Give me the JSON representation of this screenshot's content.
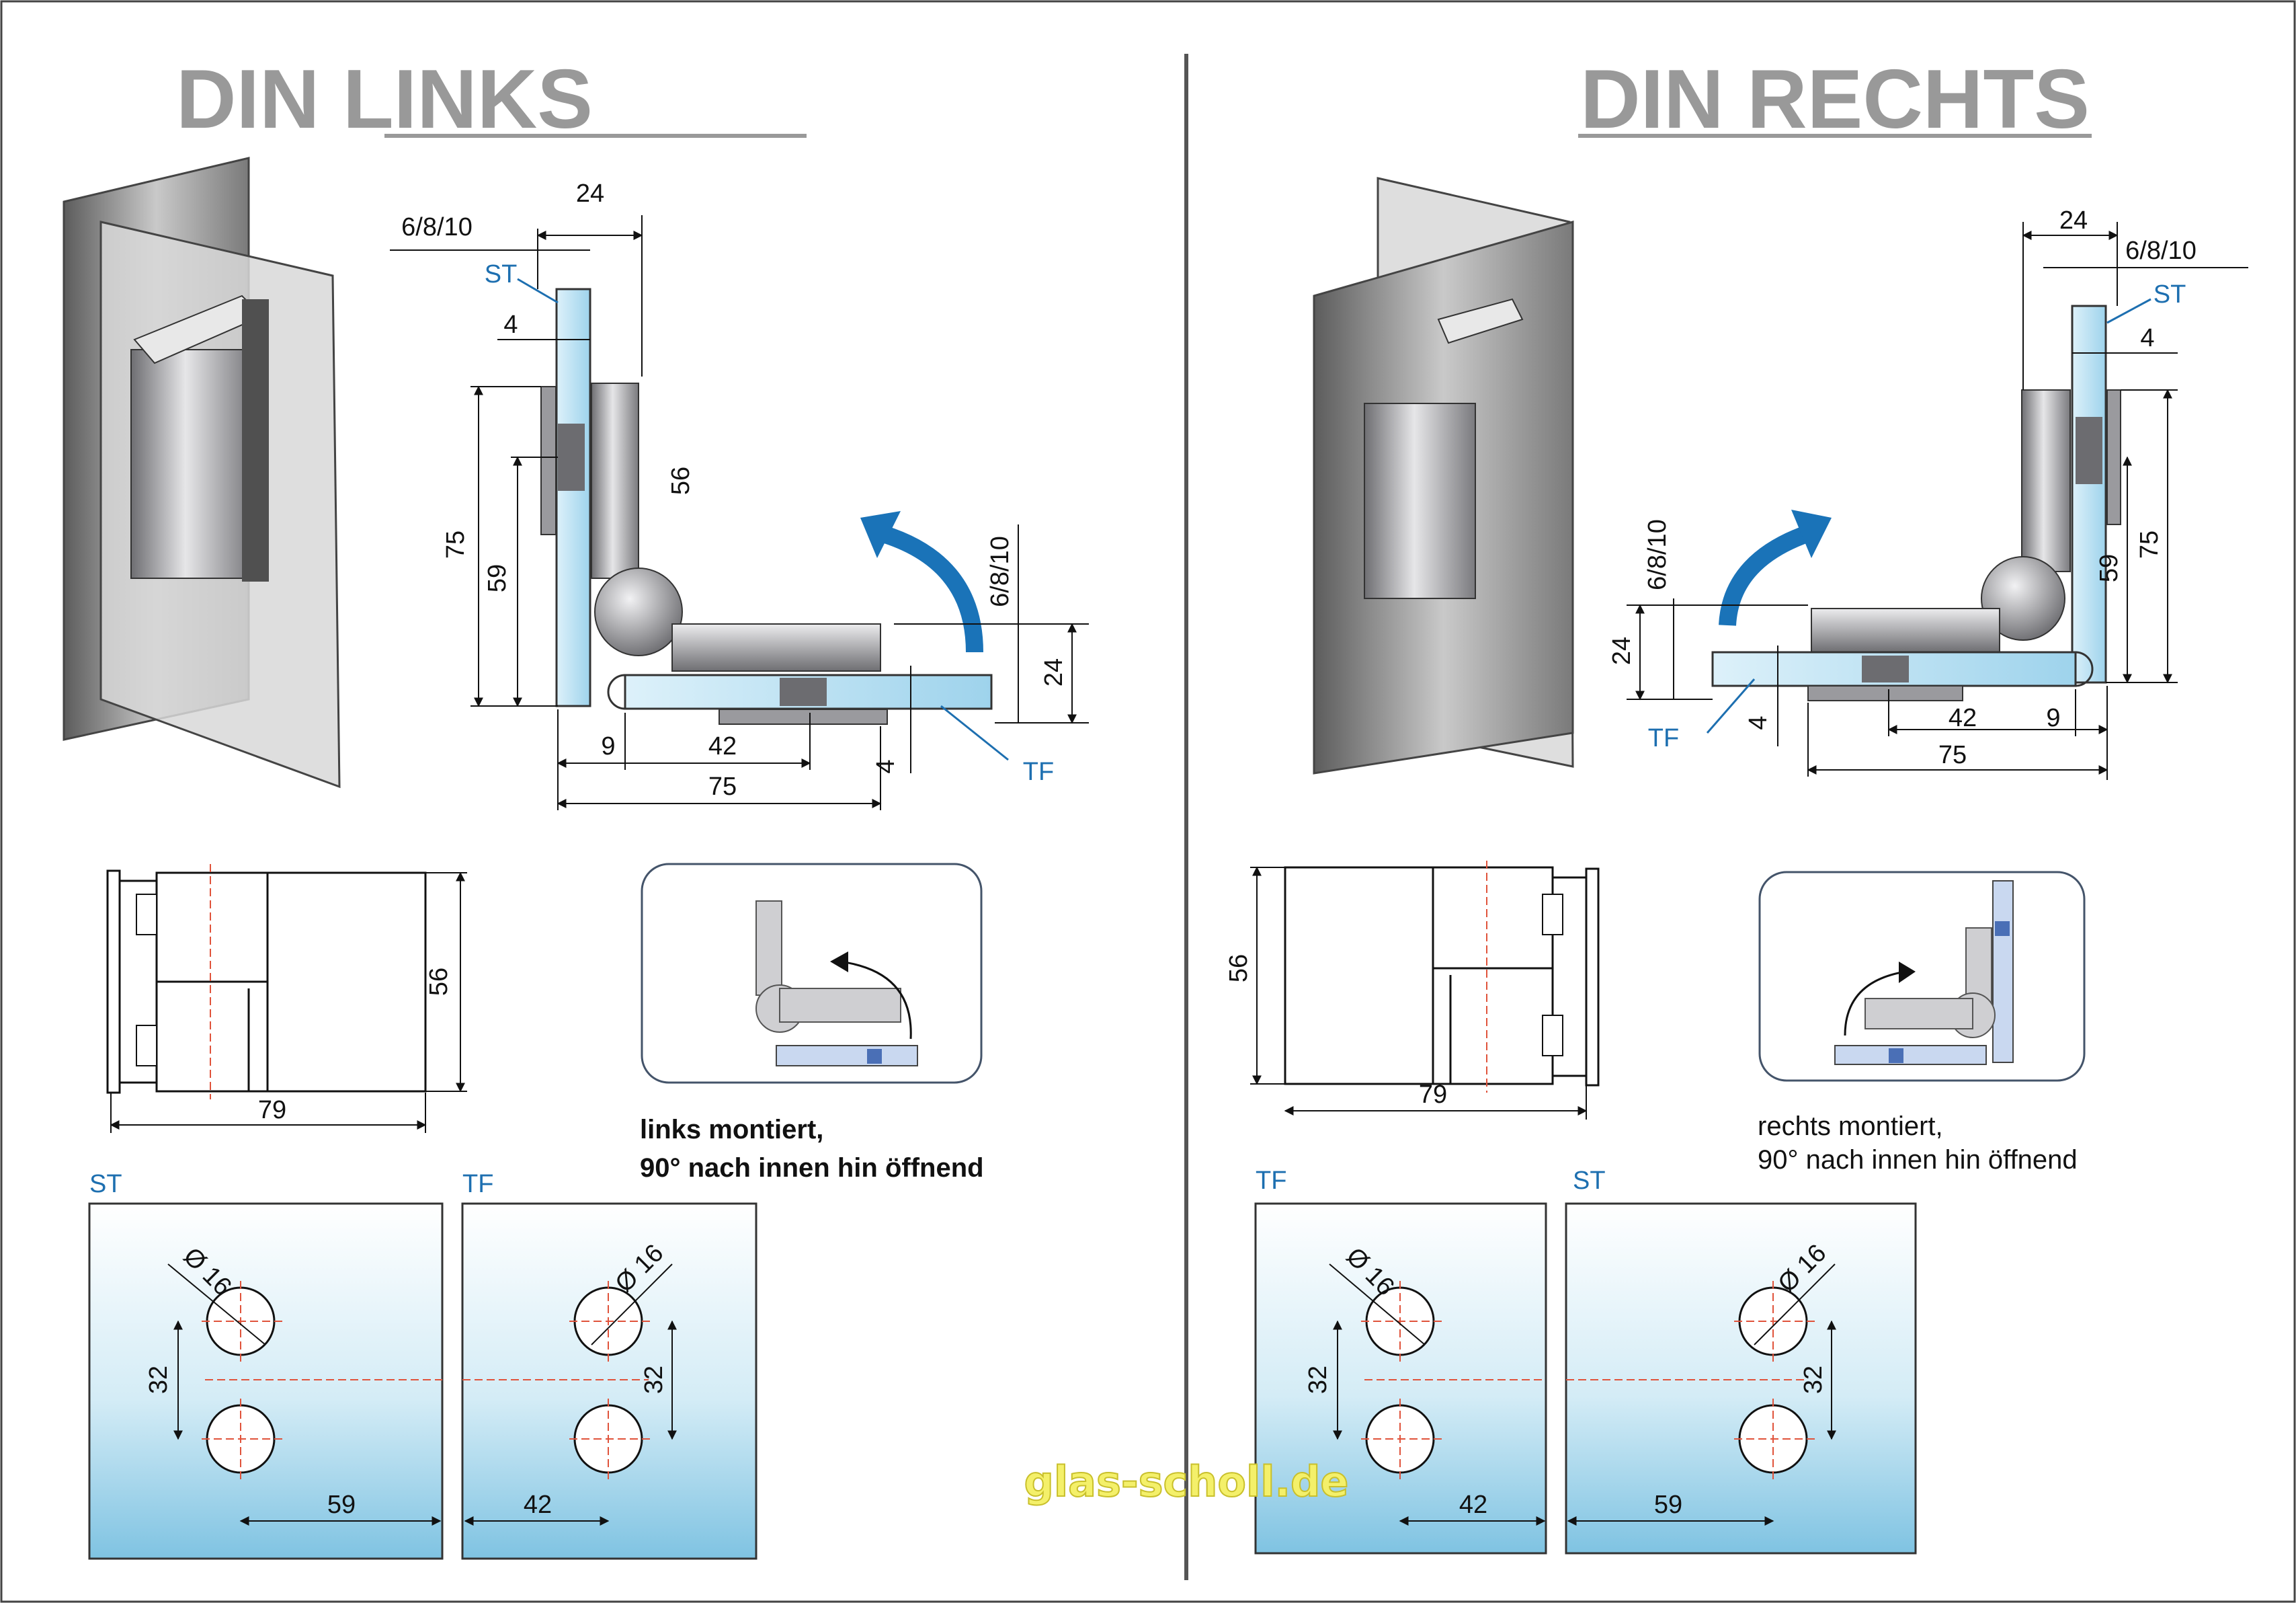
{
  "watermark": "glas-scholl.de",
  "colors": {
    "title_gray": "#999999",
    "label_blue": "#1d6fb0",
    "arrow_blue": "#1a73b8",
    "glass_blue": "#bfe3f3",
    "center_line_red": "#e0533b"
  },
  "left": {
    "title": "DIN LINKS",
    "dims": {
      "top_width": "24",
      "glass": "6/8/10",
      "st": "ST",
      "offset4": "4",
      "h56": "56",
      "h75": "75",
      "h59": "59",
      "glass2": "6/8/10",
      "h24": "24",
      "tf": "TF",
      "w9": "9",
      "w42": "42",
      "w4b": "4",
      "w75": "75"
    },
    "side_view": {
      "height": "56",
      "width": "79"
    },
    "caption": [
      "links montiert,",
      "90° nach innen hin öffnend"
    ],
    "plates": [
      {
        "label": "ST",
        "dia": "Ø 16",
        "spacing": "32",
        "offset": "59"
      },
      {
        "label": "TF",
        "dia": "Ø 16",
        "spacing": "32",
        "offset": "42"
      }
    ]
  },
  "right": {
    "title": "DIN RECHTS",
    "dims": {
      "top_width": "24",
      "glass": "6/8/10",
      "st": "ST",
      "offset4": "4",
      "h75": "75",
      "h59": "59",
      "glass2": "6/8/10",
      "h24": "24",
      "tf": "TF",
      "w4b": "4",
      "w42": "42",
      "w9": "9",
      "w75": "75"
    },
    "side_view": {
      "height": "56",
      "width": "79"
    },
    "caption": [
      "rechts montiert,",
      "90° nach innen hin öffnend"
    ],
    "plates": [
      {
        "label": "TF",
        "dia": "Ø 16",
        "spacing": "32",
        "offset": "42"
      },
      {
        "label": "ST",
        "dia": "Ø 16",
        "spacing": "32",
        "offset": "59"
      }
    ]
  }
}
